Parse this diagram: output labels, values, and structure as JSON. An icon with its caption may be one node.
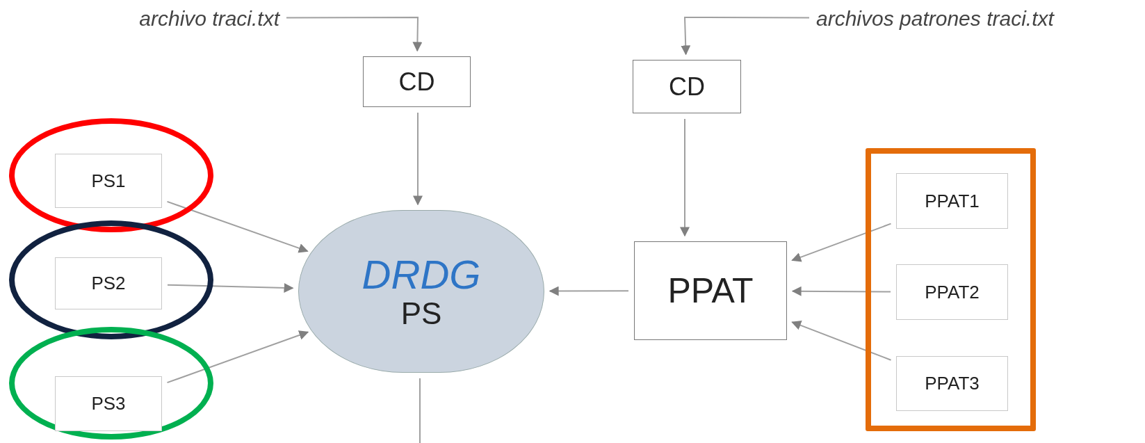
{
  "diagram": {
    "nodes": [
      {
        "text": [
          "archivo traci.txt"
        ]
      },
      {
        "text": [
          "CD"
        ]
      },
      {
        "text": [
          "archivos patrones traci.txt"
        ]
      },
      {
        "text": [
          "CD"
        ]
      },
      {
        "text": [],
        "shape": "circle"
      },
      {
        "text": [
          "PS1"
        ],
        "in": 4
      },
      {
        "text": [],
        "shape": "circle"
      },
      {
        "text": [
          "PS2"
        ],
        "in": 6
      },
      {
        "text": [],
        "shape": "circle"
      },
      {
        "text": [
          "PS3"
        ],
        "in": 8
      },
      {
        "text": [
          "DRDG",
          "PS"
        ]
      },
      {
        "text": [
          "PPAT"
        ]
      },
      {
        "text": [],
        "shape": "box"
      },
      {
        "text": [
          "PPAT1"
        ],
        "in": 12
      },
      {
        "text": [
          "PPAT2"
        ],
        "in": 12
      },
      {
        "text": [
          "PPAT3"
        ],
        "in": 12
      }
    ],
    "edges": [
      {
        "from": 0,
        "to": 1,
        "arrow": "to"
      },
      {
        "from": 2,
        "to": 3,
        "arrow": "to"
      },
      {
        "from": 1,
        "to": 10,
        "arrow": "to"
      },
      {
        "from": 3,
        "to": 11,
        "arrow": "to"
      },
      {
        "from": 5,
        "to": 10,
        "arrow": "to"
      },
      {
        "from": 7,
        "to": 10,
        "arrow": "to"
      },
      {
        "from": 9,
        "to": 10,
        "arrow": "to"
      },
      {
        "from": 11,
        "to": 10,
        "arrow": "to"
      },
      {
        "from": 13,
        "to": 11,
        "arrow": "to"
      },
      {
        "from": 14,
        "to": 11,
        "arrow": "to"
      },
      {
        "from": 15,
        "to": 11,
        "arrow": "to"
      },
      {
        "from": 10,
        "to": null,
        "arrow": "none"
      }
    ]
  }
}
